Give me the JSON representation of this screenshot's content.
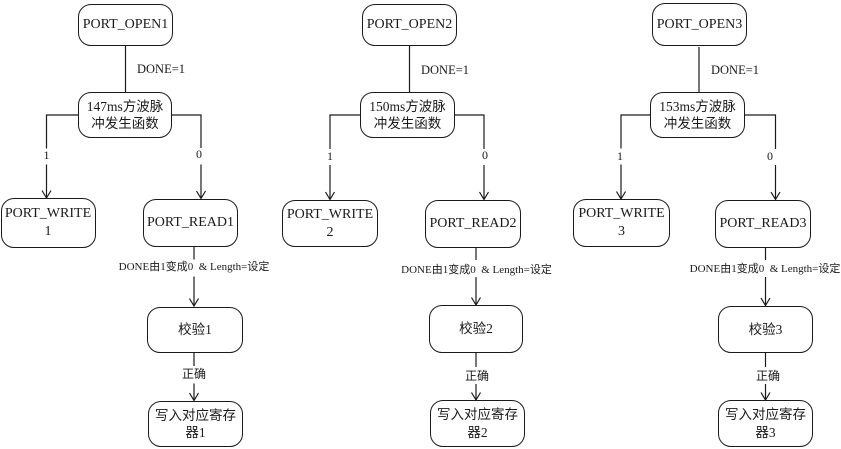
{
  "diagram": {
    "background_color": "#ffffff",
    "line_color": "#1a1a1a",
    "box_fill_color": "#ffffff",
    "box_border_color": "#1a1a1a",
    "columns": [
      {
        "open_label": "PORT_OPEN1",
        "done_label": "DONE=1",
        "pulse_label_line1": "147ms方波脉",
        "pulse_label_line2": "冲发生函数",
        "branch_true_label": "1",
        "branch_false_label": "0",
        "write_label_line1": "PORT_WRITE",
        "write_label_line2": "1",
        "read_label": "PORT_READ1",
        "condition_label": "DONE由1变成0  & Length=设定",
        "verify_label": "校验1",
        "correct_label": "正确",
        "register_label_line1": "写入对应寄存",
        "register_label_line2": "器1"
      },
      {
        "open_label": "PORT_OPEN2",
        "done_label": "DONE=1",
        "pulse_label_line1": "150ms方波脉",
        "pulse_label_line2": "冲发生函数",
        "branch_true_label": "1",
        "branch_false_label": "0",
        "write_label_line1": "PORT_WRITE",
        "write_label_line2": "2",
        "read_label": "PORT_READ2",
        "condition_label": "DONE由1变成0  & Length=设定",
        "verify_label": "校验2",
        "correct_label": "正确",
        "register_label_line1": "写入对应寄存",
        "register_label_line2": "器2"
      },
      {
        "open_label": "PORT_OPEN3",
        "done_label": "DONE=1",
        "pulse_label_line1": "153ms方波脉",
        "pulse_label_line2": "冲发生函数",
        "branch_true_label": "1",
        "branch_false_label": "0",
        "write_label_line1": "PORT_WRITE",
        "write_label_line2": "3",
        "read_label": "PORT_READ3",
        "condition_label": "DONE由1变成0  & Length=设定",
        "verify_label": "校验3",
        "correct_label": "正确",
        "register_label_line1": "写入对应寄存",
        "register_label_line2": "器3"
      }
    ]
  }
}
